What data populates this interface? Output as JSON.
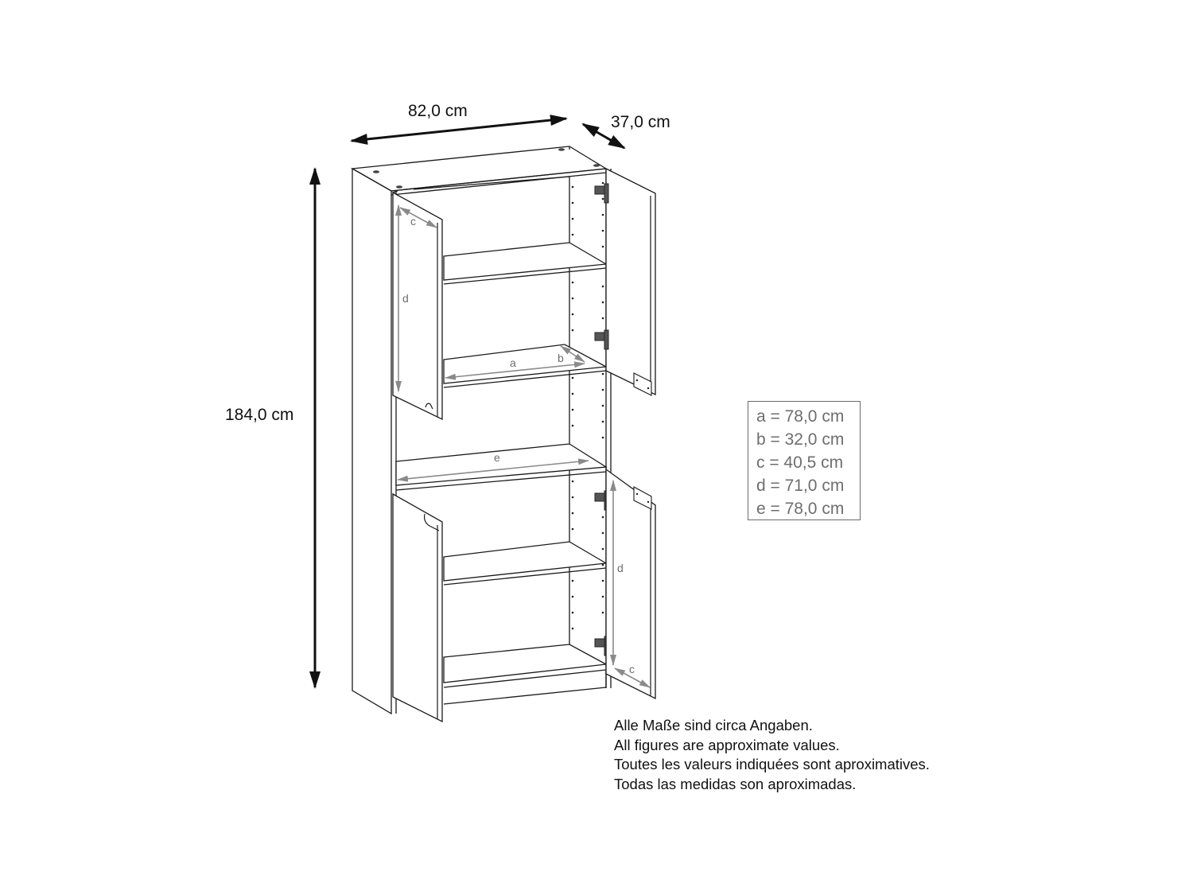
{
  "dimensions": {
    "width": "82,0 cm",
    "depth": "37,0 cm",
    "height": "184,0 cm"
  },
  "part_labels": {
    "a": "a",
    "b": "b",
    "c_upper": "c",
    "d_upper": "d",
    "e": "e",
    "d_lower": "d",
    "c_lower": "c"
  },
  "legend": {
    "rows": [
      "a = 78,0 cm",
      "b = 32,0 cm",
      "c = 40,5 cm",
      "d = 71,0 cm",
      "e = 78,0 cm"
    ]
  },
  "disclaimer": {
    "lines": [
      "Alle Maße sind circa Angaben.",
      "All figures are approximate values.",
      "Toutes les valeurs indiquées sont aproximatives.",
      "Todas las medidas son aproximadas."
    ]
  },
  "colors": {
    "line": "#1a1a1a",
    "dimension_arrow": "#111111",
    "part_arrow": "#8a8a8a",
    "legend_text": "#6e6e6e"
  }
}
